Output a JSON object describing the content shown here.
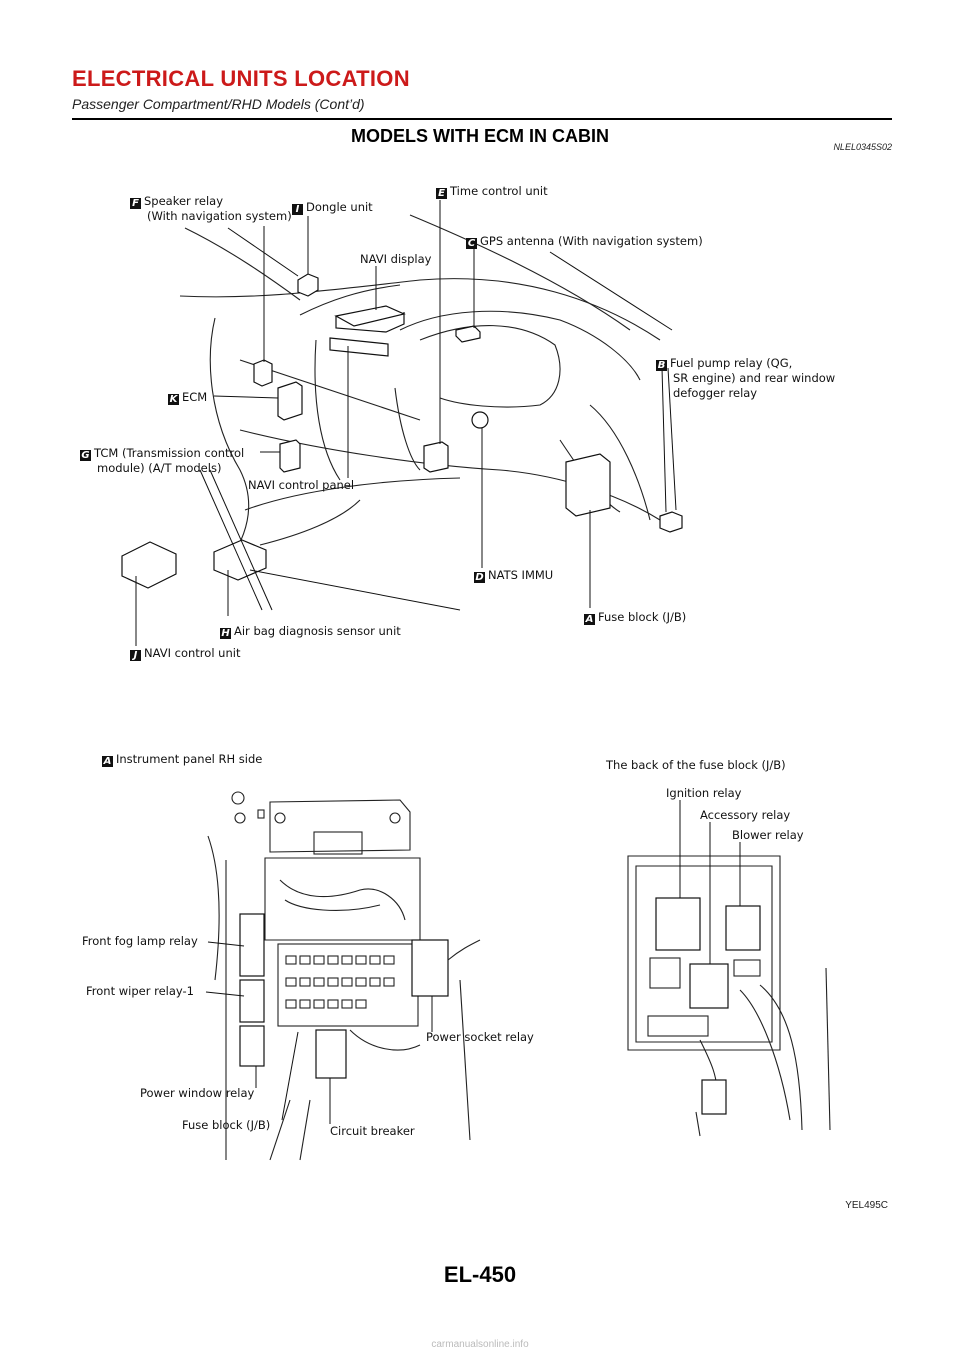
{
  "header": {
    "title": "ELECTRICAL UNITS LOCATION",
    "subtitle": "Passenger Compartment/RHD Models (Cont’d)"
  },
  "section": {
    "title": "MODELS WITH ECM IN CABIN",
    "code": "NLEL0345S02"
  },
  "upper_labels": {
    "speaker_relay": {
      "badge": "F",
      "line1": "Speaker relay",
      "line2": "(With navigation system)"
    },
    "dongle_unit": {
      "badge": "I",
      "text": "Dongle unit"
    },
    "time_control_unit": {
      "badge": "E",
      "text": "Time control unit"
    },
    "gps_antenna": {
      "badge": "C",
      "text": "GPS antenna (With navigation system)"
    },
    "navi_display": {
      "text": "NAVI display"
    },
    "fuel_pump_relay": {
      "badge": "B",
      "line1": "Fuel pump relay (QG,",
      "line2": "SR engine) and rear window",
      "line3": "defogger relay"
    },
    "ecm": {
      "badge": "K",
      "text": "ECM"
    },
    "tcm": {
      "badge": "G",
      "line1": "TCM (Transmission control",
      "line2": "module) (A/T models)"
    },
    "navi_control_panel": {
      "text": "NAVI control panel"
    },
    "nats_immu": {
      "badge": "D",
      "text": "NATS IMMU"
    },
    "fuse_block": {
      "badge": "A",
      "text": "Fuse block (J/B)"
    },
    "air_bag_unit": {
      "badge": "H",
      "text": "Air bag diagnosis sensor unit"
    },
    "navi_control_unit": {
      "badge": "J",
      "text": "NAVI control unit"
    }
  },
  "lower_left": {
    "title": {
      "badge": "A",
      "text": "Instrument panel RH side"
    },
    "front_fog_lamp_relay": "Front fog lamp relay",
    "front_wiper_relay": "Front wiper relay-1",
    "power_socket_relay": "Power socket relay",
    "power_window_relay": "Power window relay",
    "fuse_block": "Fuse block (J/B)",
    "circuit_breaker": "Circuit breaker"
  },
  "lower_right": {
    "title": "The back of the fuse block (J/B)",
    "ignition_relay": "Ignition relay",
    "accessory_relay": "Accessory relay",
    "blower_relay": "Blower relay"
  },
  "figure_ref": "YEL495C",
  "page_number": "EL-450",
  "footer": "carmanualsonline.info"
}
